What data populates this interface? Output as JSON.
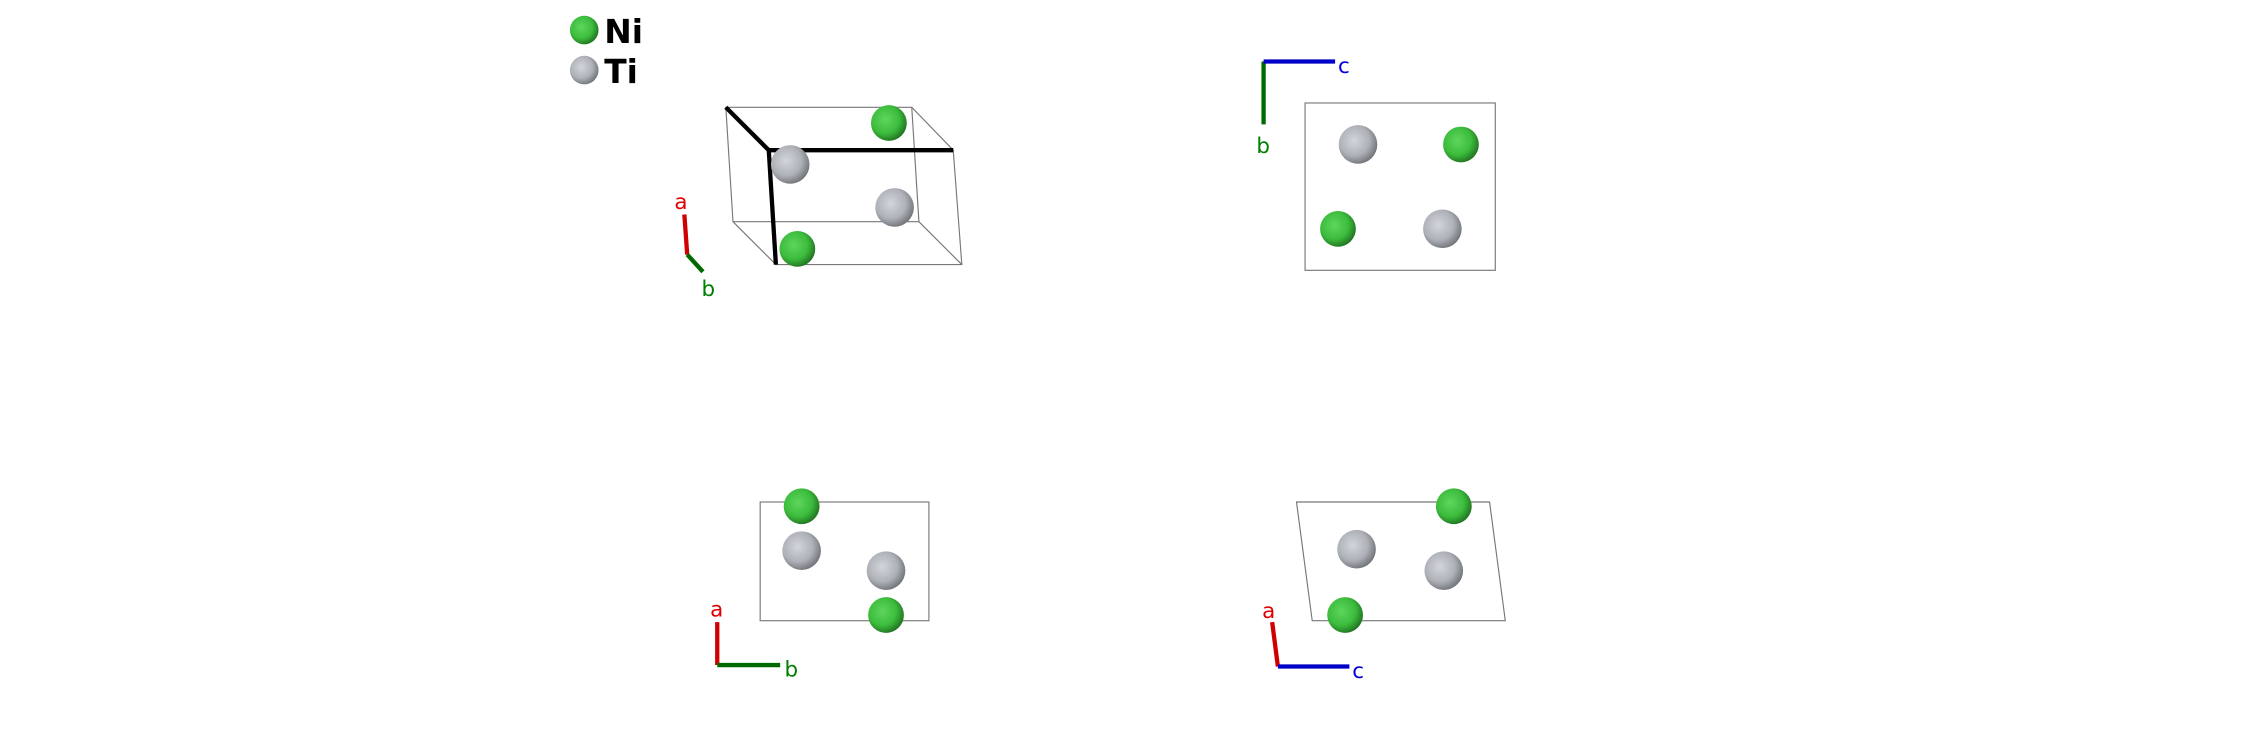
{
  "legend": [
    {
      "element": "Ni",
      "color": "#3cc03c"
    },
    {
      "element": "Ti",
      "color": "#b4b8bf"
    }
  ],
  "axes_colors": {
    "a": "#e00000",
    "b": "#007000",
    "c": "#0000d0"
  },
  "views": [
    {
      "name": "perspective",
      "axis_labels": [
        "a",
        "b"
      ]
    },
    {
      "name": "view-bc",
      "axis_labels": [
        "c",
        "b"
      ]
    },
    {
      "name": "view-ab",
      "axis_labels": [
        "a",
        "b"
      ]
    },
    {
      "name": "view-ac",
      "axis_labels": [
        "a",
        "c"
      ]
    }
  ]
}
